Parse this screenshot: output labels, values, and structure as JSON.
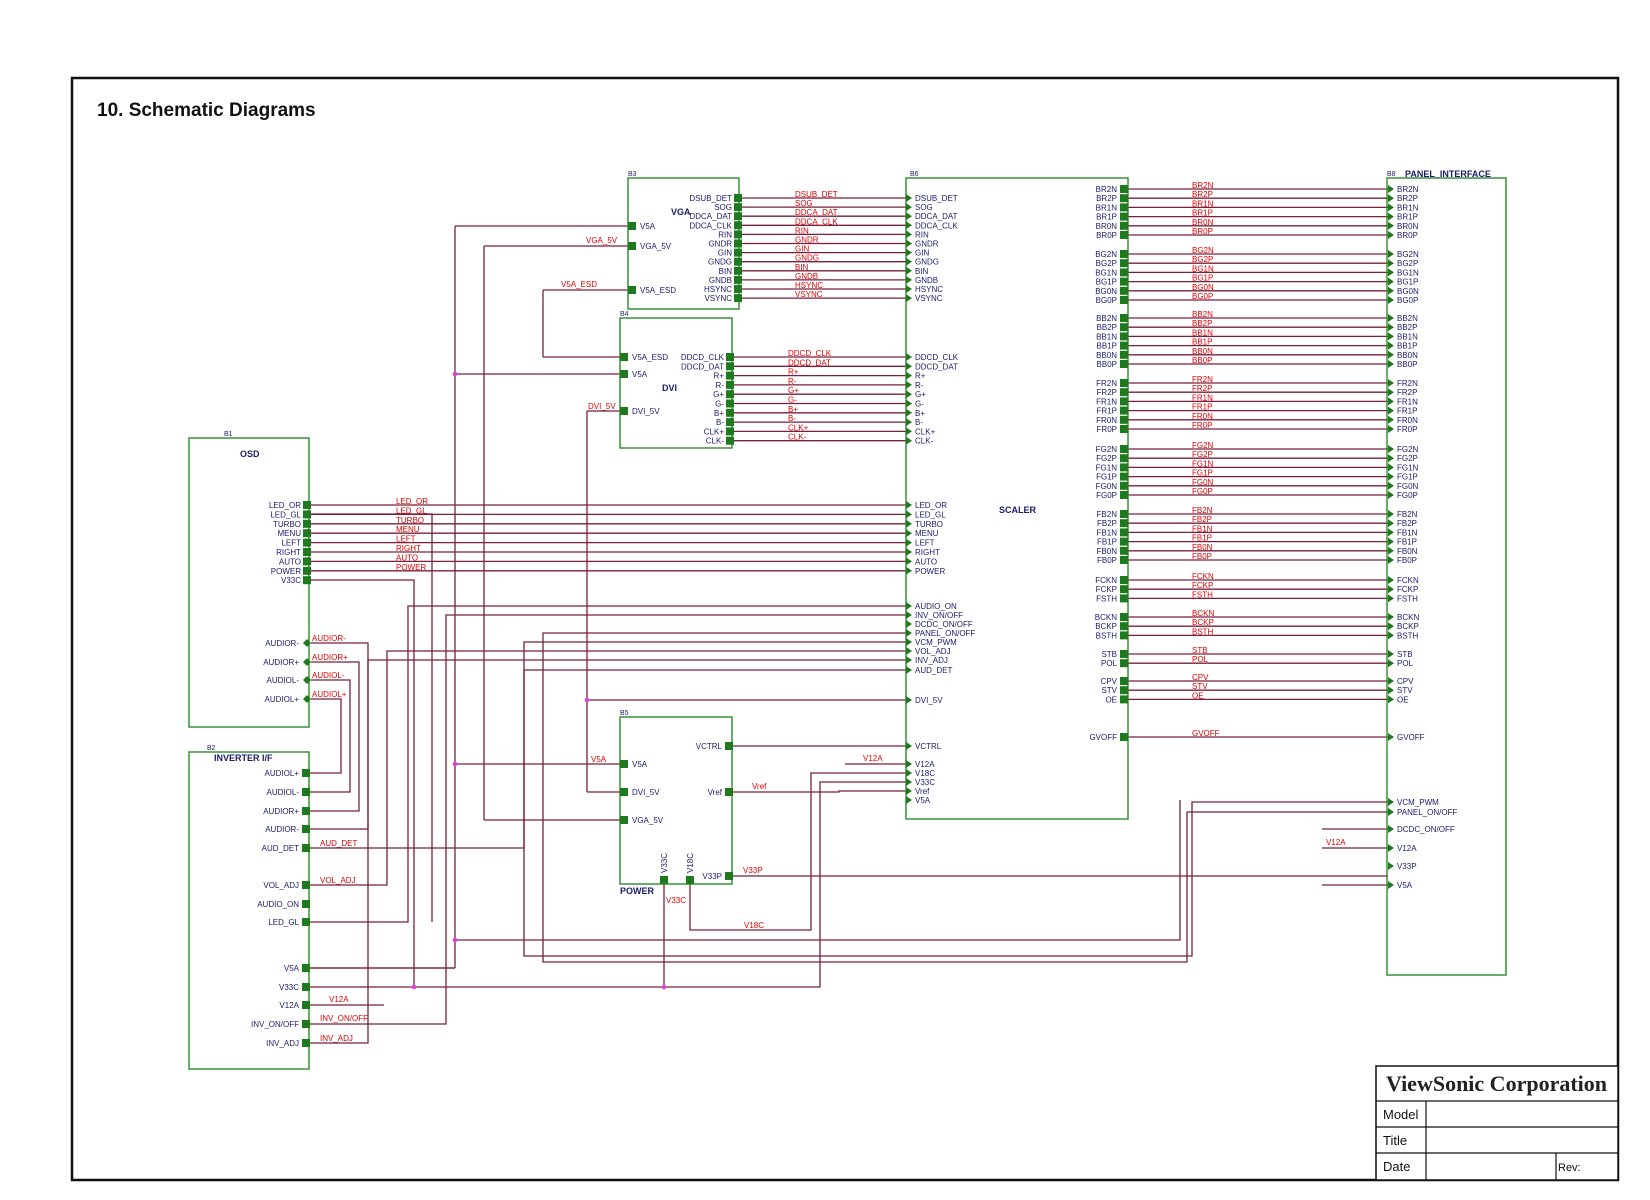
{
  "page_title": "10. Schematic Diagrams",
  "title_block": {
    "company": "ViewSonic Corporation",
    "model_label": "Model",
    "title_label": "Title",
    "date_label": "Date",
    "rev_label": "Rev:"
  },
  "blocks": {
    "vga": {
      "ref": "B3",
      "name": "VGA",
      "right_pins": [
        "DSUB_DET",
        "SOG",
        "DDCA_DAT",
        "DDCA_CLK",
        "RIN",
        "GNDR",
        "GIN",
        "GNDG",
        "BIN",
        "GNDB",
        "HSYNC",
        "VSYNC"
      ],
      "left_pins": [
        "V5A",
        "VGA_5V",
        "V5A_ESD"
      ]
    },
    "dvi": {
      "ref": "B4",
      "name": "DVI",
      "right_pins": [
        "DDCD_CLK",
        "DDCD_DAT",
        "R+",
        "R-",
        "G+",
        "G-",
        "B+",
        "B-",
        "CLK+",
        "CLK-"
      ],
      "left_pins": [
        "V5A_ESD",
        "V5A",
        "DVI_5V"
      ]
    },
    "osd": {
      "ref": "B1",
      "name": "OSD",
      "pins": [
        "LED_OR",
        "LED_GL",
        "TURBO",
        "MENU",
        "LEFT",
        "RIGHT",
        "AUTO",
        "POWER",
        "V33C"
      ],
      "audio_pins": [
        "AUDIOR-",
        "AUDIOR+",
        "AUDIOL-",
        "AUDIOL+"
      ]
    },
    "inverter": {
      "ref": "B2",
      "name": "INVERTER I/F",
      "pins": [
        "AUDIOL+",
        "AUDIOL-",
        "AUDIOR+",
        "AUDIOR-",
        "AUD_DET",
        "VOL_ADJ",
        "AUDIO_ON",
        "LED_GL",
        "V5A",
        "V33C",
        "V12A",
        "INV_ON/OFF",
        "INV_ADJ"
      ]
    },
    "power": {
      "ref": "B5",
      "name": "POWER",
      "left_pins": [
        "V5A",
        "DVI_5V",
        "VGA_5V"
      ],
      "right_pins": [
        "VCTRL",
        "Vref",
        "V33P"
      ],
      "bottom_pins": [
        "V33C",
        "V18C"
      ]
    },
    "scaler": {
      "ref": "B6",
      "name": "SCALER",
      "left_pins": [
        "DSUB_DET",
        "SOG",
        "DDCA_DAT",
        "DDCA_CLK",
        "RIN",
        "GNDR",
        "GIN",
        "GNDG",
        "BIN",
        "GNDB",
        "HSYNC",
        "VSYNC",
        "DDCD_CLK",
        "DDCD_DAT",
        "R+",
        "R-",
        "G+",
        "G-",
        "B+",
        "B-",
        "CLK+",
        "CLK-",
        "LED_OR",
        "LED_GL",
        "TURBO",
        "MENU",
        "LEFT",
        "RIGHT",
        "AUTO",
        "POWER",
        "AUDIO_ON",
        "INV_ON/OFF",
        "DCDC_ON/OFF",
        "PANEL_ON/OFF",
        "VCM_PWM",
        "VOL_ADJ",
        "INV_ADJ",
        "AUD_DET",
        "DVI_5V",
        "VCTRL",
        "V12A",
        "V18C",
        "V33C",
        "Vref",
        "V5A"
      ]
    },
    "panel": {
      "ref": "B8",
      "name": "PANEL_INTERFACE",
      "pins_lower": [
        "VCM_PWM",
        "PANEL_ON/OFF",
        "DCDC_ON/OFF",
        "V12A",
        "V33P",
        "V5A"
      ]
    }
  },
  "bus_groups": [
    [
      "BR2N",
      "BR2P",
      "BR1N",
      "BR1P",
      "BR0N",
      "BR0P"
    ],
    [
      "BG2N",
      "BG2P",
      "BG1N",
      "BG1P",
      "BG0N",
      "BG0P"
    ],
    [
      "BB2N",
      "BB2P",
      "BB1N",
      "BB1P",
      "BB0N",
      "BB0P"
    ],
    [
      "FR2N",
      "FR2P",
      "FR1N",
      "FR1P",
      "FR0N",
      "FR0P"
    ],
    [
      "FG2N",
      "FG2P",
      "FG1N",
      "FG1P",
      "FG0N",
      "FG0P"
    ],
    [
      "FB2N",
      "FB2P",
      "FB1N",
      "FB1P",
      "FB0N",
      "FB0P"
    ],
    [
      "FCKN",
      "FCKP",
      "FSTH"
    ],
    [
      "BCKN",
      "BCKP",
      "BSTH"
    ],
    [
      "STB",
      "POL"
    ],
    [
      "CPV",
      "STV",
      "OE"
    ],
    [
      "GVOFF"
    ]
  ],
  "net_labels": {
    "vga_5v": "VGA_5V",
    "v5a_esd": "V5A_ESD",
    "dvi_5v": "DVI_5V",
    "v5a": "V5A",
    "v12a": "V12A",
    "vref": "Vref",
    "v33p": "V33P",
    "v33c": "V33C",
    "v18c": "V18C",
    "aud_det": "AUD_DET",
    "vol_adj": "VOL_ADJ",
    "inv_onoff": "INV_ON/OFF",
    "inv_adj": "INV_ADJ"
  },
  "colors": {
    "frame": "#111111",
    "block_border": "#2a8a2a",
    "wire": "#7a1f3d",
    "pin": "#1f7a1f",
    "net_label": "#e00000",
    "junction": "#e040e0",
    "pin_text": "#1b1b6e"
  }
}
